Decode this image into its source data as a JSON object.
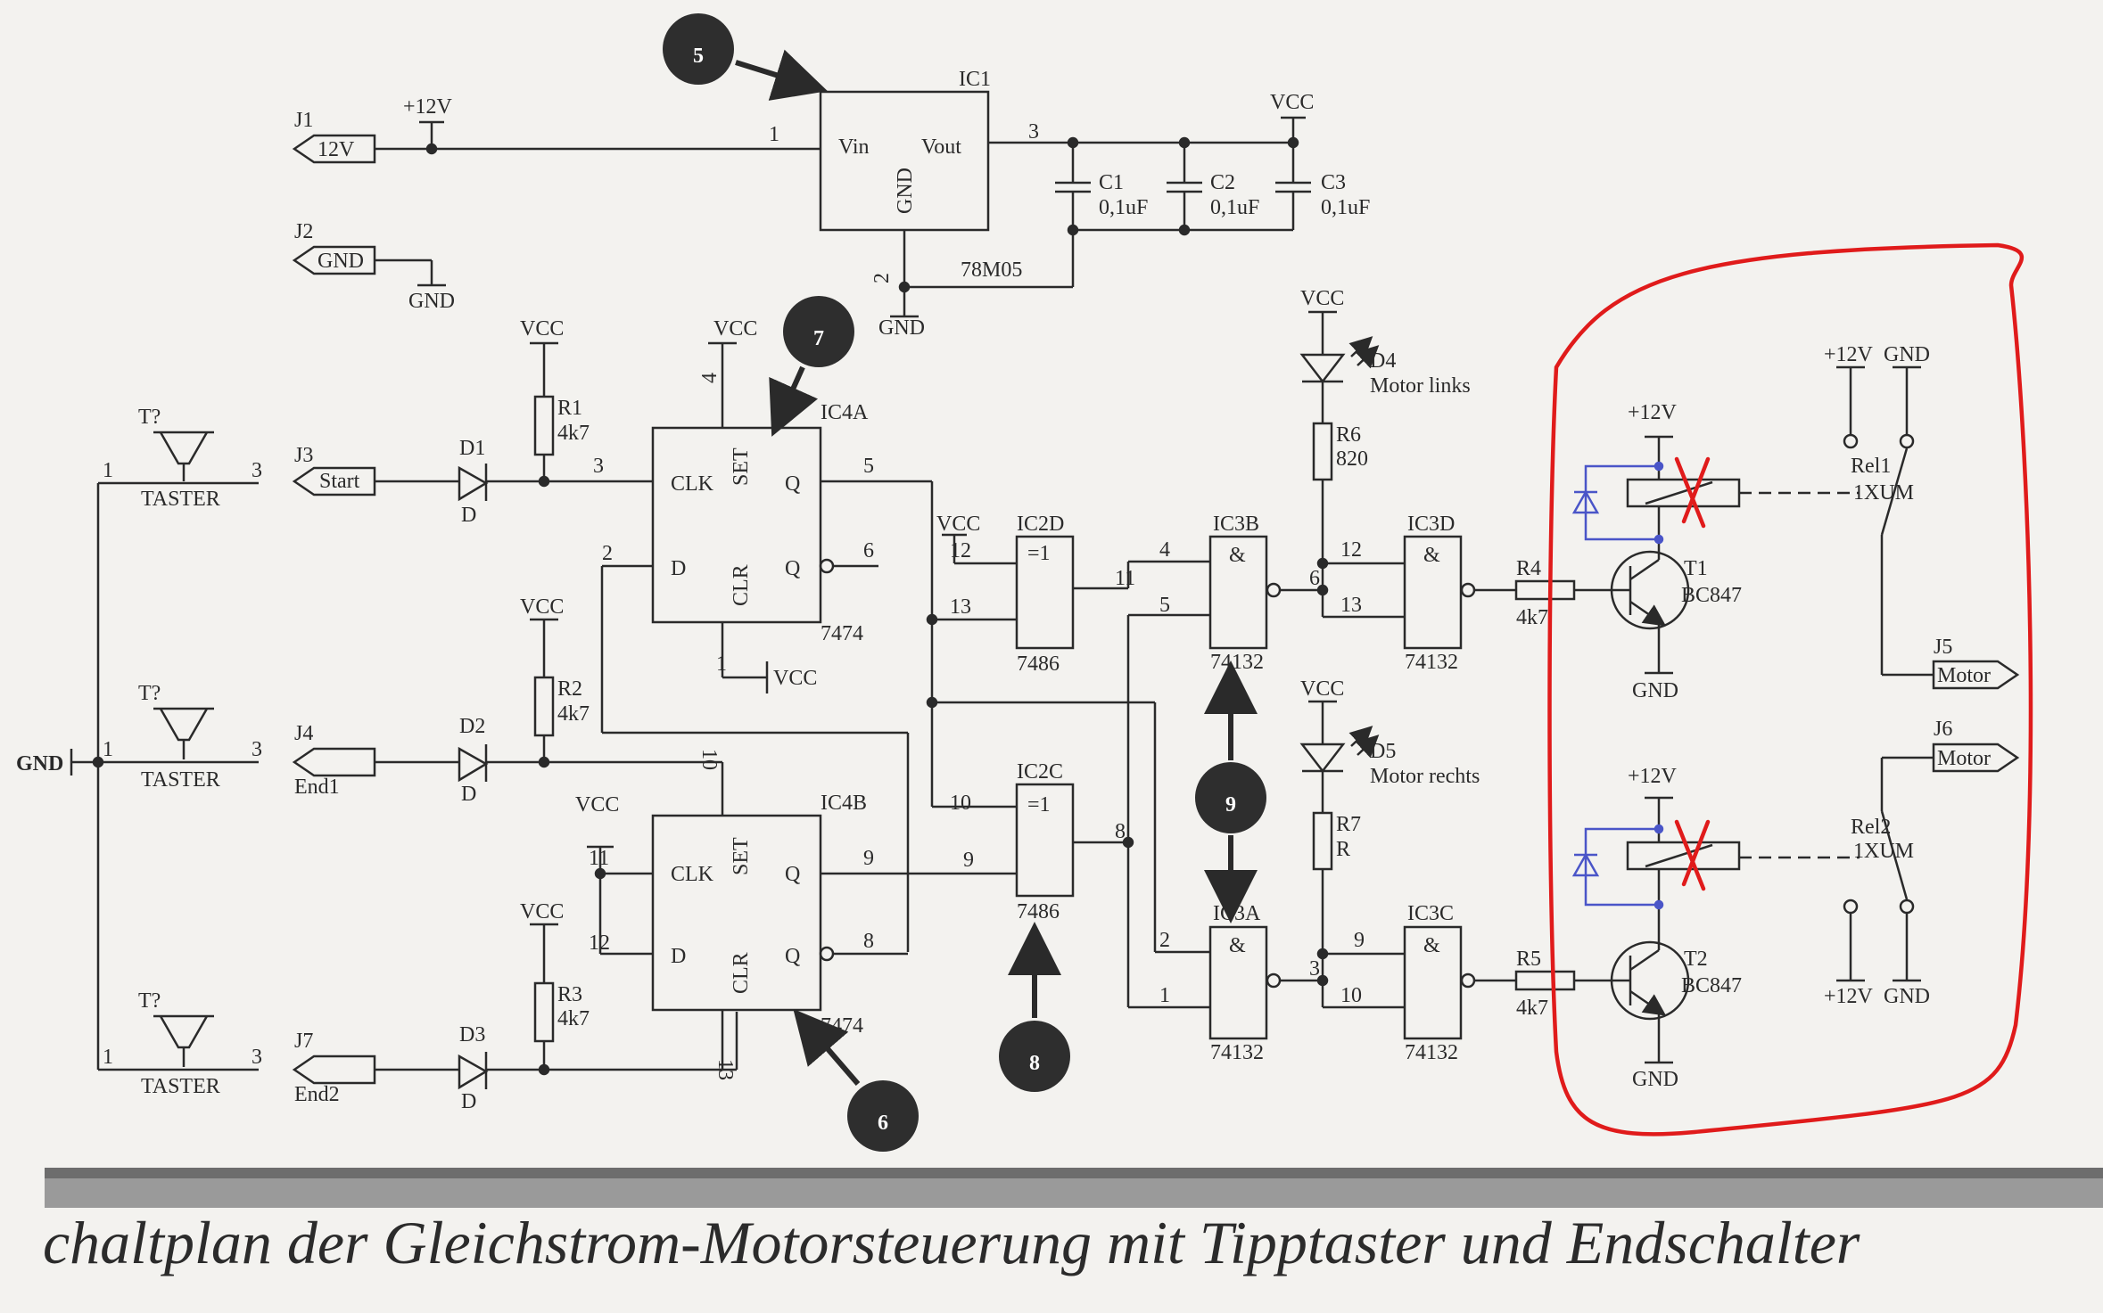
{
  "caption": "chaltplan der Gleichstrom-Motorsteuerung mit Tipptaster und Endschalter",
  "colors": {
    "annotation_red": "#e01b1b",
    "diode_blue": "#4a55c8",
    "ink": "#2a2a2a",
    "marker_fill": "#2e2e2e"
  },
  "markers": [
    "5",
    "7",
    "6",
    "8",
    "9"
  ],
  "power": {
    "p12v": "+12V",
    "vcc": "VCC",
    "gnd": "GND",
    "j1": "J1",
    "j1_label": "12V",
    "j2": "J2",
    "j2_label": "GND",
    "ic1": "IC1",
    "ic1_vin": "Vin",
    "ic1_vout": "Vout",
    "ic1_gnd": "GND",
    "ic1_part": "78M05",
    "pin1": "1",
    "pin2": "2",
    "pin3": "3",
    "c1": "C1",
    "c2": "C2",
    "c3": "C3",
    "cval": "0,1uF"
  },
  "inputs": {
    "tq": "T?",
    "taster": "TASTER",
    "pin1": "1",
    "pin3": "3",
    "gnd_left": "GND",
    "j3": "J3",
    "j3_label": "Start",
    "j4": "J4",
    "j4_label": "End1",
    "j7": "J7",
    "j7_label": "End2",
    "d1": "D1",
    "d2": "D2",
    "d3": "D3",
    "d": "D",
    "r1": "R1",
    "r2": "R2",
    "r3": "R3",
    "r_val": "4k7"
  },
  "logic": {
    "ic4a": "IC4A",
    "ic4b": "IC4B",
    "part7474": "7474",
    "clk": "CLK",
    "set": "SET",
    "clr": "CLR",
    "q": "Q",
    "d": "D",
    "qbar": "Q",
    "ic2d": "IC2D",
    "ic2c": "IC2C",
    "xor": "=1",
    "part7486": "7486",
    "ic3a": "IC3A",
    "ic3b": "IC3B",
    "ic3c": "IC3C",
    "ic3d": "IC3D",
    "and": "&",
    "part74132": "74132",
    "pins": {
      "p1": "1",
      "p2": "2",
      "p3": "3",
      "p4": "4",
      "p5": "5",
      "p6": "6",
      "p8": "8",
      "p9": "9",
      "p10": "10",
      "p11": "11",
      "p12": "12",
      "p13": "13"
    }
  },
  "leds": {
    "d4": "D4",
    "d4_label": "Motor links",
    "d5": "D5",
    "d5_label": "Motor rechts",
    "r6": "R6",
    "r6_val": "820",
    "r7": "R7",
    "r7_val": "R"
  },
  "drivers": {
    "r4": "R4",
    "r5": "R5",
    "r_val": "4k7",
    "t1": "T1",
    "t2": "T2",
    "bc847": "BC847",
    "rel1": "Rel1",
    "rel2": "Rel2",
    "rel_type": "1XUM",
    "j5": "J5",
    "j6": "J6",
    "motor": "Motor"
  }
}
